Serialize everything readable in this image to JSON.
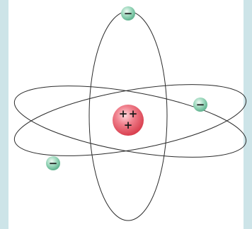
{
  "diagram": {
    "colors": {
      "frame": "#cde4e8",
      "background": "#ffffff",
      "orbit": "#2b2b2b",
      "nucleus": "#e85a6a",
      "electron": "#7fc9a8"
    },
    "nucleus": {
      "charges": [
        "+",
        "+",
        "+"
      ],
      "charge_count": 3,
      "icon": "nucleus"
    },
    "electrons": [
      {
        "sign": "−",
        "icon": "electron"
      },
      {
        "sign": "−",
        "icon": "electron"
      },
      {
        "sign": "−",
        "icon": "electron"
      }
    ],
    "orbit_count": 3
  }
}
